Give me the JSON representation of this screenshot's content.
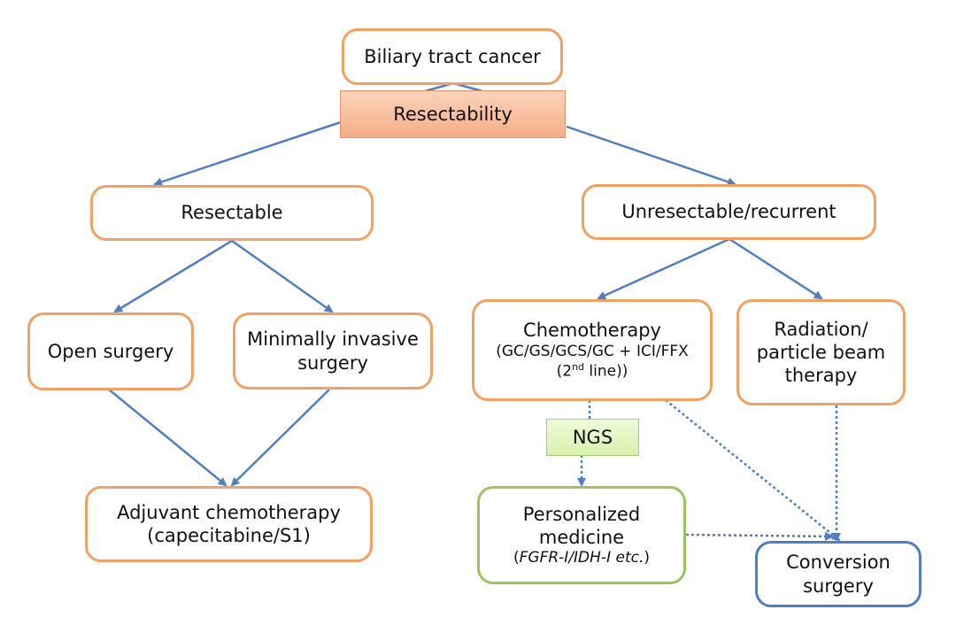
{
  "nodes": {
    "biliary": "Biliary tract cancer",
    "resectability": "Resectability",
    "resectable": "Resectable",
    "unresectable": "Unresectable/recurrent",
    "open_surgery": "Open surgery",
    "mis": {
      "line1": "Minimally invasive",
      "line2": "surgery"
    },
    "adjuvant": {
      "line1": "Adjuvant chemotherapy",
      "line2": "(capecitabine/S1)"
    },
    "chemo": {
      "line1": "Chemotherapy",
      "line2": "(GC/GS/GCS/GC + ICI/FFX",
      "line3_pre": "(2",
      "line3_sup": "nd",
      "line3_post": " line))"
    },
    "radiation": {
      "line1": "Radiation/",
      "line2": "particle beam",
      "line3": "therapy"
    },
    "ngs": "NGS",
    "personalized": {
      "line1": "Personalized",
      "line2": "medicine",
      "line3_pre": "(",
      "line3_italic": "FGFR-I/IDH-I etc.",
      "line3_post": ")"
    },
    "conversion": {
      "line1": "Conversion",
      "line2": "surgery"
    }
  },
  "colors": {
    "orange_border": "#f2a063",
    "green_border": "#9dc35d",
    "blue_border": "#4f7fc0",
    "arrow": "#4f7fc0"
  }
}
